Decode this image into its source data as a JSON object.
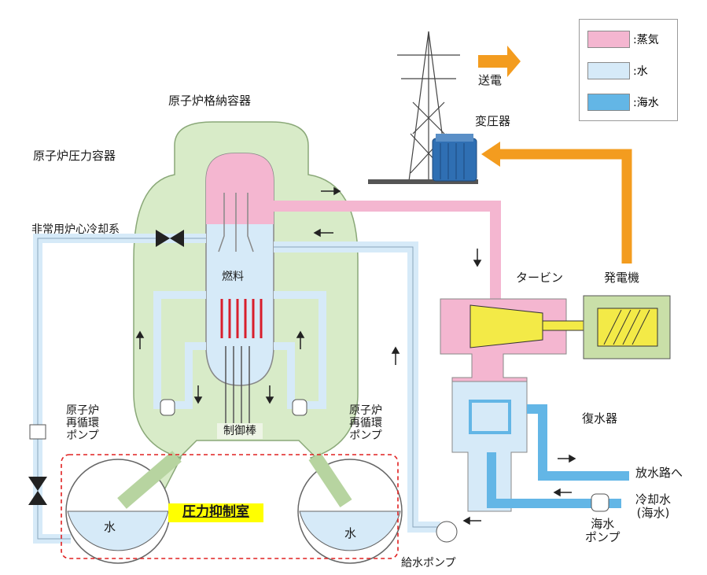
{
  "title": "",
  "legend": {
    "items": [
      {
        "label": ":蒸気",
        "color": "#f4b6d0"
      },
      {
        "label": ":水",
        "color": "#d6eaf8"
      },
      {
        "label": ":海水",
        "color": "#63b6e6"
      }
    ]
  },
  "labels": {
    "transmission": "送電",
    "transformer": "変圧器",
    "containment_vessel": "原子炉格納容器",
    "pressure_vessel": "原子炉圧力容器",
    "eccs": "非常用炉心冷却系",
    "fuel": "燃料",
    "turbine": "タービン",
    "generator": "発電機",
    "recirc_pump_left": "原子炉\n再循環\nポンプ",
    "recirc_pump_right": "原子炉\n再循環\nポンプ",
    "control_rods": "制御棒",
    "condenser": "復水器",
    "to_discharge": "放水路へ",
    "cooling_water": "冷却水\n(海水)",
    "seawater_pump": "海水\nポンプ",
    "suppression_chamber": "圧力抑制室",
    "water_left": "水",
    "water_right": "水",
    "feedwater_pump": "給水ポンプ"
  },
  "colors": {
    "steam": "#f4b6d0",
    "water": "#d6eaf8",
    "seawater": "#63b6e6",
    "containment": "#d8ebc8",
    "power_arrow": "#f39c1f",
    "highlight": "#ffff00",
    "dashed_box": "#e02020"
  }
}
